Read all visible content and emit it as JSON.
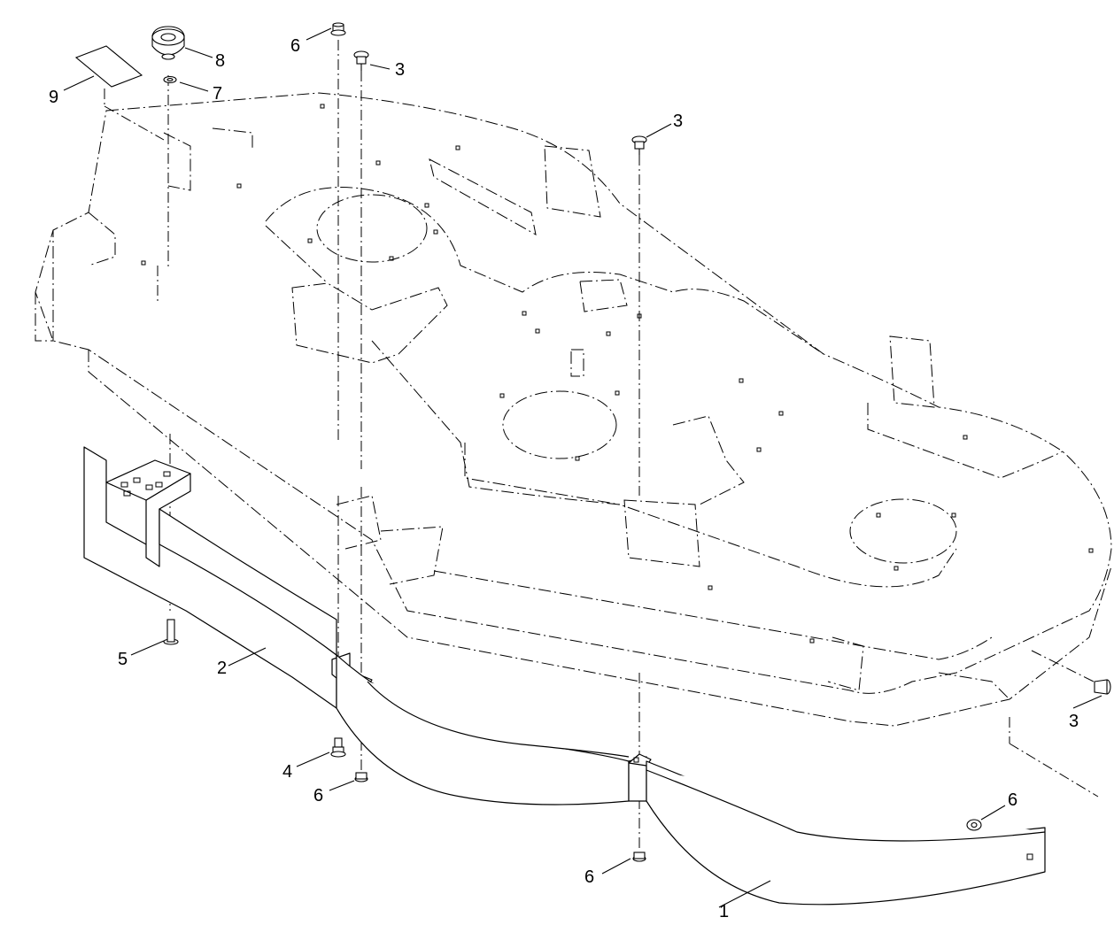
{
  "callouts": [
    {
      "id": "c1",
      "text": "1",
      "part": "rear baffle"
    },
    {
      "id": "c2",
      "text": "2",
      "part": "front baffle"
    },
    {
      "id": "c3a",
      "text": "3",
      "part": "carriage bolt"
    },
    {
      "id": "c3b",
      "text": "3",
      "part": "carriage bolt"
    },
    {
      "id": "c3c",
      "text": "3",
      "part": "carriage bolt"
    },
    {
      "id": "c4",
      "text": "4",
      "part": "bolt"
    },
    {
      "id": "c5",
      "text": "5",
      "part": "bolt"
    },
    {
      "id": "c6a",
      "text": "6",
      "part": "flange nut"
    },
    {
      "id": "c6b",
      "text": "6",
      "part": "flange nut"
    },
    {
      "id": "c6c",
      "text": "6",
      "part": "flange nut"
    },
    {
      "id": "c6d",
      "text": "6",
      "part": "flange nut"
    },
    {
      "id": "c7",
      "text": "7",
      "part": "washer"
    },
    {
      "id": "c8",
      "text": "8",
      "part": "knob"
    },
    {
      "id": "c9",
      "text": "9",
      "part": "decal"
    }
  ]
}
